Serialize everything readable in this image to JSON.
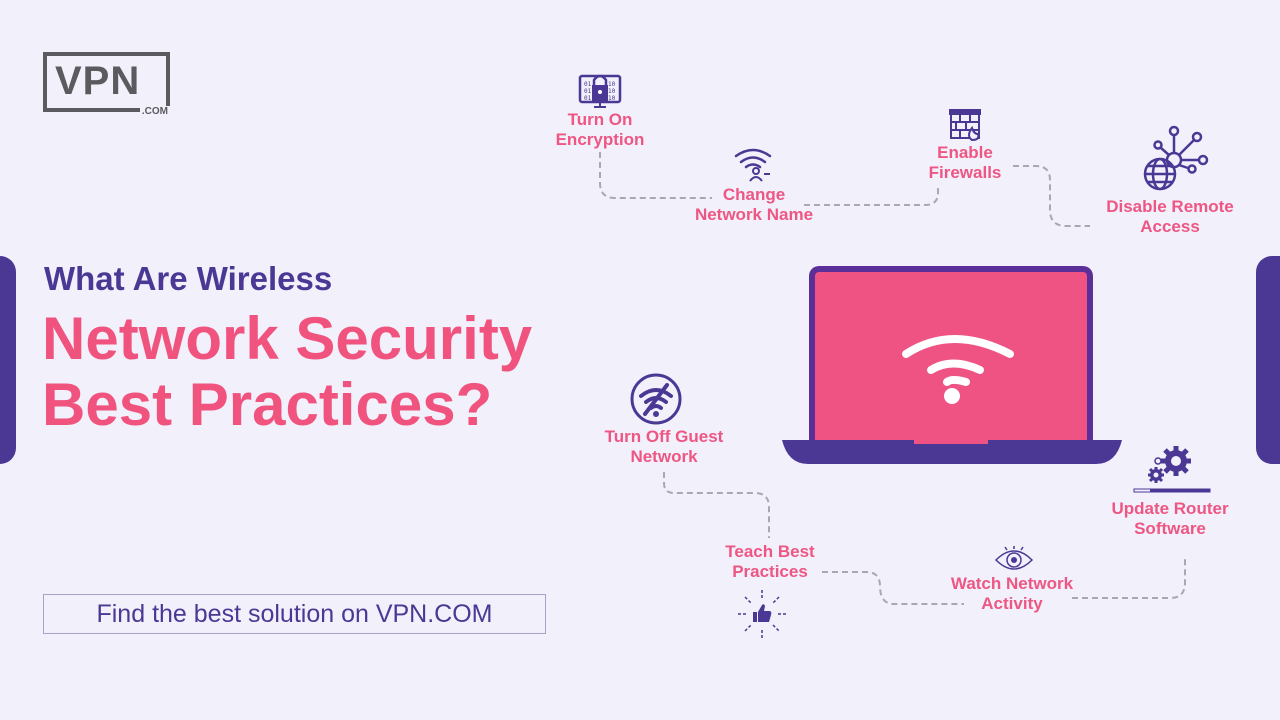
{
  "logo": {
    "text": "VPN",
    "suffix": ".COM"
  },
  "heading": {
    "subtitle": "What Are Wireless",
    "title_line1": "Network Security",
    "title_line2": "Best Practices?"
  },
  "cta": {
    "label": "Find the best solution on VPN.COM"
  },
  "practices": [
    {
      "label_line1": "Turn On",
      "label_line2": "Encryption",
      "icon": "encryption-lock-icon"
    },
    {
      "label_line1": "Change",
      "label_line2": "Network Name",
      "icon": "wifi-user-icon"
    },
    {
      "label_line1": "Enable",
      "label_line2": "Firewalls",
      "icon": "firewall-icon"
    },
    {
      "label_line1": "Disable Remote",
      "label_line2": "Access",
      "icon": "globe-network-icon"
    },
    {
      "label_line1": "Turn Off Guest",
      "label_line2": "Network",
      "icon": "wifi-off-icon"
    },
    {
      "label_line1": "Teach Best",
      "label_line2": "Practices",
      "icon": "thumbs-up-icon"
    },
    {
      "label_line1": "Watch Network",
      "label_line2": "Activity",
      "icon": "eye-icon"
    },
    {
      "label_line1": "Update Router",
      "label_line2": "Software",
      "icon": "gears-icon"
    }
  ],
  "colors": {
    "background": "#f1f0fb",
    "purple": "#4b3894",
    "pink": "#f0547e",
    "laptop_screen": "#ee5383",
    "dash": "#a9a7b5"
  }
}
